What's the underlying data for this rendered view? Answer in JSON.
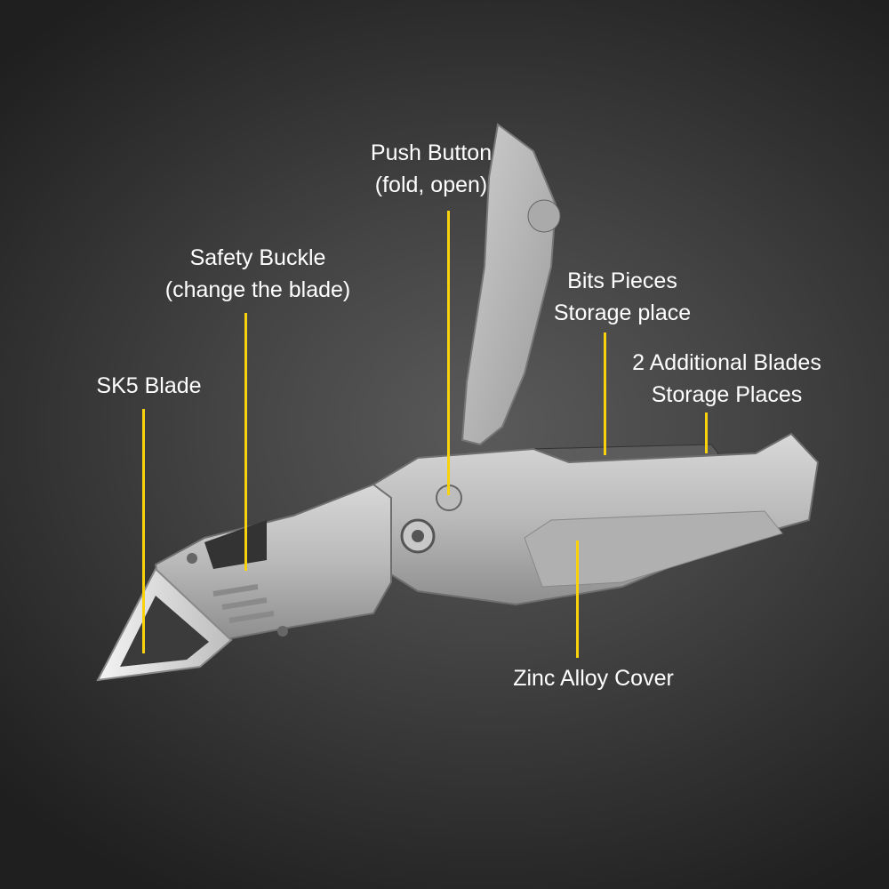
{
  "image": {
    "subject": "folding utility knife with labeled parts",
    "background_color": "#3a3a3a",
    "accent_color": "#f8d20c",
    "label_color": "#ffffff"
  },
  "labels": {
    "push_button": {
      "line1": "Push Button",
      "line2": "(fold, open)"
    },
    "safety_buckle": {
      "line1": "Safety Buckle",
      "line2": "(change the blade)"
    },
    "bits_pieces": {
      "line1": "Bits Pieces",
      "line2": "Storage place"
    },
    "additional_blades": {
      "line1": "2 Additional Blades",
      "line2": "Storage Places"
    },
    "sk5_blade": {
      "line1": "SK5 Blade"
    },
    "zinc_alloy": {
      "line1": "Zinc Alloy Cover"
    }
  }
}
